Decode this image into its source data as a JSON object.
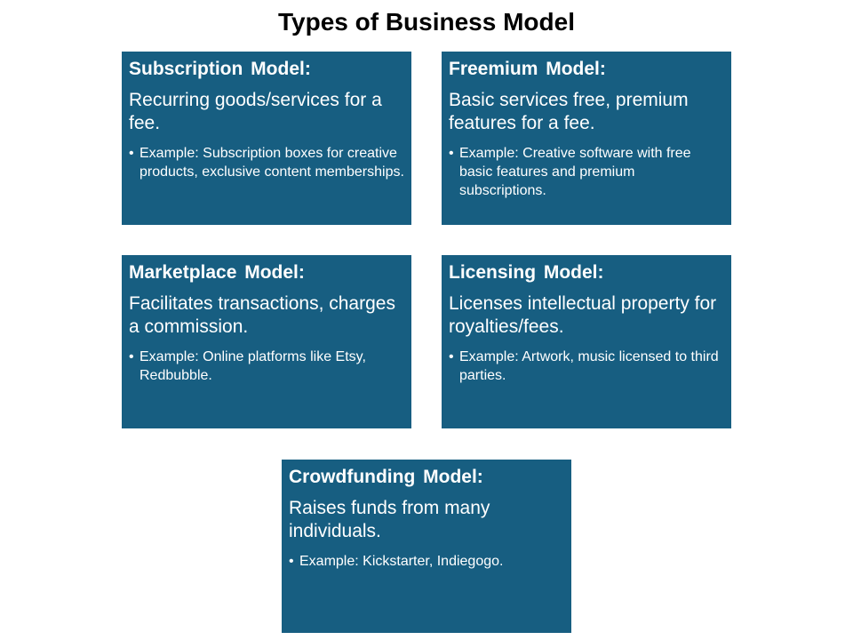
{
  "title": "Types of Business Model",
  "colors": {
    "card_background": "#175e81",
    "card_text": "#ffffff",
    "title_text": "#000000"
  },
  "bullet_symbol": "•",
  "models": [
    {
      "heading": "Subscription Model:",
      "description": "Recurring goods/services for a fee.",
      "example": "Example: Subscription boxes for creative products, exclusive content memberships."
    },
    {
      "heading": "Freemium Model:",
      "description": "Basic services free, premium features for a fee.",
      "example": "Example: Creative software with free basic features and premium subscriptions."
    },
    {
      "heading": "Marketplace Model:",
      "description": "Facilitates transactions, charges a commission.",
      "example": "Example: Online platforms like Etsy, Redbubble."
    },
    {
      "heading": "Licensing Model:",
      "description": "Licenses intellectual property for royalties/fees.",
      "example": "Example: Artwork, music licensed to third parties."
    },
    {
      "heading": "Crowdfunding Model:",
      "description": "Raises funds from many individuals.",
      "example": "Example: Kickstarter, Indiegogo."
    }
  ]
}
